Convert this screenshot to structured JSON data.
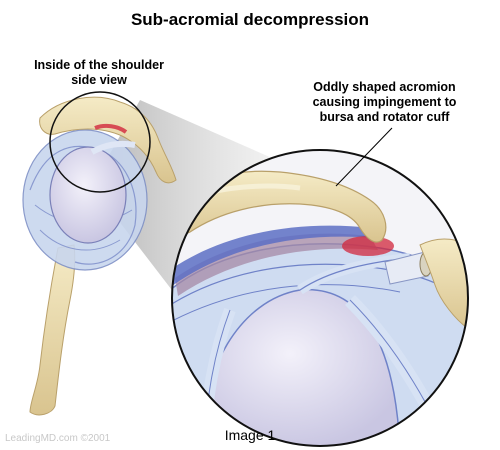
{
  "title": "Sub-acromial decompression",
  "labels": {
    "inside_shoulder": [
      "Inside of the shoulder",
      "side view"
    ],
    "oddly_shaped": [
      "Oddly shaped acromion",
      "causing impingement to",
      "bursa and rotator cuff"
    ]
  },
  "caption": "Image 1",
  "watermark": "LeadingMD.com ©2001",
  "colors": {
    "bone": "#eedfb0",
    "bone_shade": "#cdb784",
    "ligament": "#d7e2f4",
    "ligament_line": "#6f82c8",
    "cartilage": "#e6e2f2",
    "inflamed": "#d2273c",
    "bursa": "#a68aa6",
    "magnify_beam": "#c2c2c2"
  }
}
